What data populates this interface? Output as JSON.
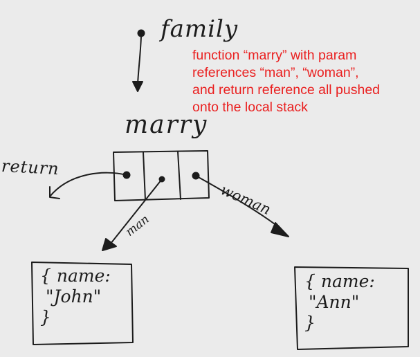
{
  "diagram": {
    "variable_label": "family",
    "function_label": "marry",
    "note_lines": [
      "function “marry” with param",
      "references “man”, “woman”,",
      "and return reference all pushed",
      "onto the local stack"
    ],
    "slot_labels": {
      "return": "return",
      "man": "man",
      "woman": "woman"
    },
    "objects": {
      "john": {
        "open": "{ name:",
        "value": "\"John\"",
        "close": "}"
      },
      "ann": {
        "open": "{ name:",
        "value": "\"Ann\"",
        "close": "}"
      }
    },
    "colors": {
      "ink": "#1c1c1c",
      "note": "#ea1f1f",
      "paper": "#ebebeb"
    }
  }
}
